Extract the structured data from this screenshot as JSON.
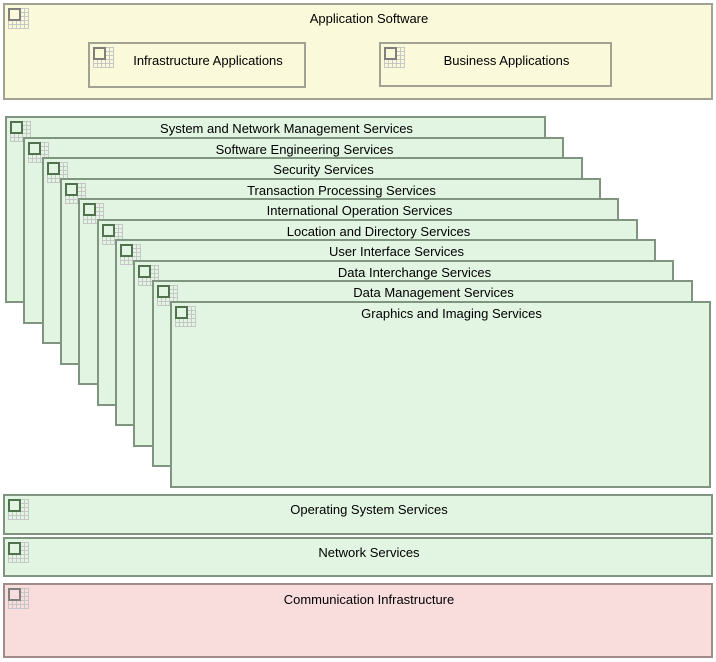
{
  "colors": {
    "canvas-bg": "#ffffff",
    "yellow-fill": "#fafadb",
    "yellow-border": "#a2a294",
    "green-fill": "#e2f4e2",
    "green-border": "#7f957f",
    "pink-fill": "#f9dddd",
    "pink-border": "#a18c8c",
    "icon-grid": "#c6c6c6",
    "icon-square-gray": "#7f7f7f",
    "icon-square-green": "#52724f",
    "text": "#000000"
  },
  "application_software": {
    "label": "Application Software",
    "children": [
      {
        "label": "Infrastructure Applications"
      },
      {
        "label": "Business Applications"
      }
    ]
  },
  "service_cascade": [
    "System and Network Management Services",
    "Software Engineering Services",
    "Security Services",
    "Transaction Processing Services",
    "International Operation Services",
    "Location and Directory Services",
    "User Interface Services",
    "Data Interchange Services",
    "Data Management Services",
    "Graphics and Imaging Services"
  ],
  "platform_layers": [
    {
      "label": "Operating System Services"
    },
    {
      "label": "Network Services"
    }
  ],
  "infrastructure_layer": {
    "label": "Communication Infrastructure"
  },
  "icon": {
    "name": "component-icon"
  }
}
